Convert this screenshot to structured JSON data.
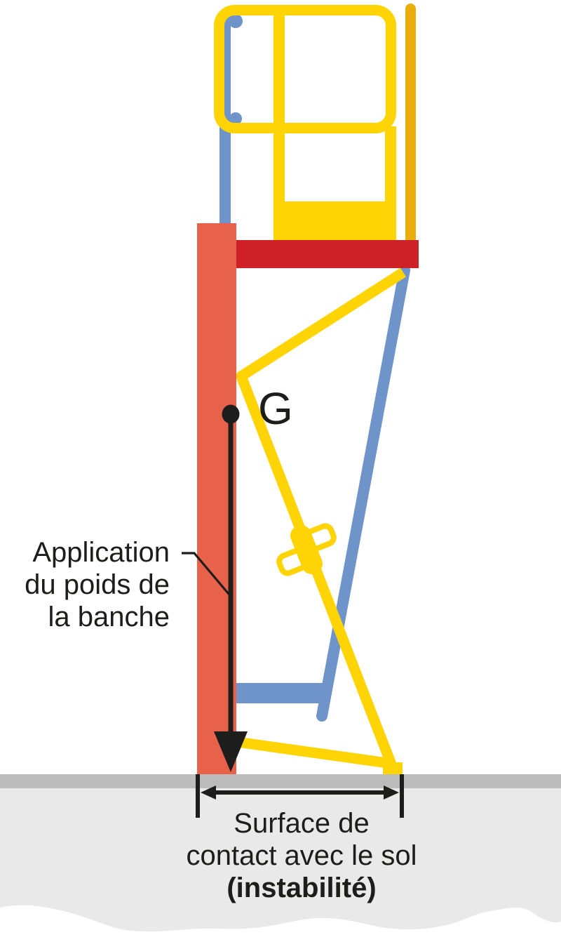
{
  "labels": {
    "g_point": "G",
    "weight_label_line1": "Application",
    "weight_label_line2": "du poids de",
    "weight_label_line3": "la banche",
    "surface_label_line1": "Surface de",
    "surface_label_line2": "contact avec le sol",
    "surface_label_line3": "(instabilité)"
  },
  "colors": {
    "panel_salmon": "#E8614B",
    "beam_crimson": "#CD2127",
    "yellow": "#FFD405",
    "gold": "#E9AE0D",
    "blue": "#6E94C9",
    "black": "#1D1D1B",
    "ground_dark": "#BCBCBC",
    "ground_light": "#E9E9E9"
  }
}
